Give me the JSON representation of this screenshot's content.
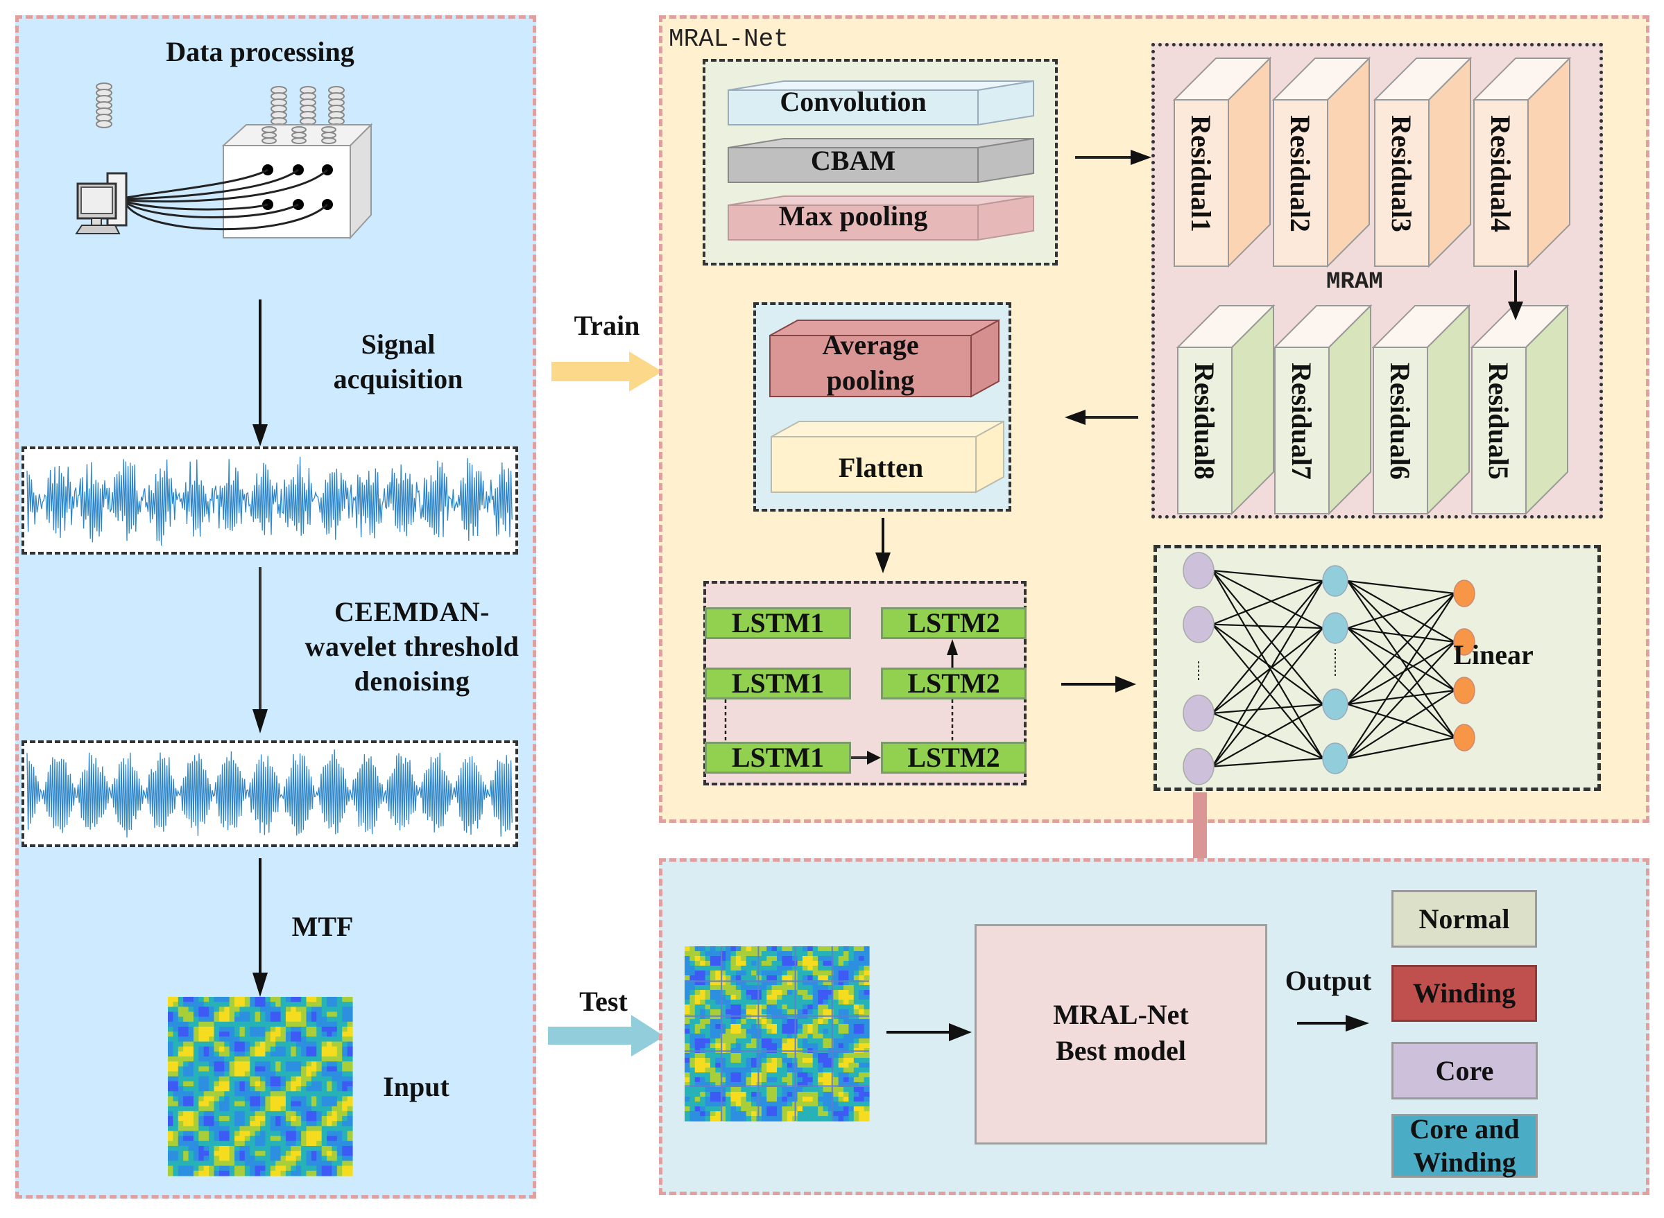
{
  "left_panel": {
    "title": "Data processing",
    "step1_label_line1": "Signal",
    "step1_label_line2": "acquisition",
    "step2_label_line1": "CEEMDAN-",
    "step2_label_line2": "wavelet threshold",
    "step2_label_line3": "denoising",
    "step3_label": "MTF",
    "input_label": "Input"
  },
  "flow": {
    "train_label": "Train",
    "test_label": "Test",
    "train_arrow_color": "#fcd98a",
    "test_arrow_color": "#92cddc"
  },
  "network_panel": {
    "title": "MRAL-Net",
    "feature_block": {
      "layers": [
        {
          "label": "Convolution",
          "color": "#daeef3"
        },
        {
          "label": "CBAM",
          "color": "#bfbfbf"
        },
        {
          "label": "Max pooling",
          "color": "#e6b8b7"
        }
      ]
    },
    "mram": {
      "label": "MRAM",
      "top_row": [
        "Residual1",
        "Residual2",
        "Residual3",
        "Residual4"
      ],
      "bottom_row": [
        "Residual8",
        "Residual7",
        "Residual6",
        "Residual5"
      ],
      "top_color": "#fbd4b4",
      "bottom_color": "#d7e4bc"
    },
    "pool_block": {
      "average_pooling_line1": "Average",
      "average_pooling_line2": "pooling",
      "flatten": "Flatten"
    },
    "lstm_block": {
      "col1": [
        "LSTM1",
        "LSTM1",
        "LSTM1"
      ],
      "col2": [
        "LSTM2",
        "LSTM2",
        "LSTM2"
      ]
    },
    "linear_block": {
      "label": "Linear",
      "input_nodes": 4,
      "hidden_nodes": 4,
      "output_nodes": 4,
      "input_color": "#ccc0da",
      "hidden_color": "#92cddc",
      "output_color": "#f79646"
    }
  },
  "test_panel": {
    "model_line1": "MRAL-Net",
    "model_line2": "Best model",
    "output_label": "Output",
    "classes": [
      {
        "label": "Normal",
        "color": "#dde0c8"
      },
      {
        "label": "Winding",
        "color": "#c0504d"
      },
      {
        "label": "Core",
        "color": "#ccc0da"
      },
      {
        "label_line1": "Core and",
        "label_line2": "Winding",
        "color": "#4bacc6"
      }
    ]
  }
}
